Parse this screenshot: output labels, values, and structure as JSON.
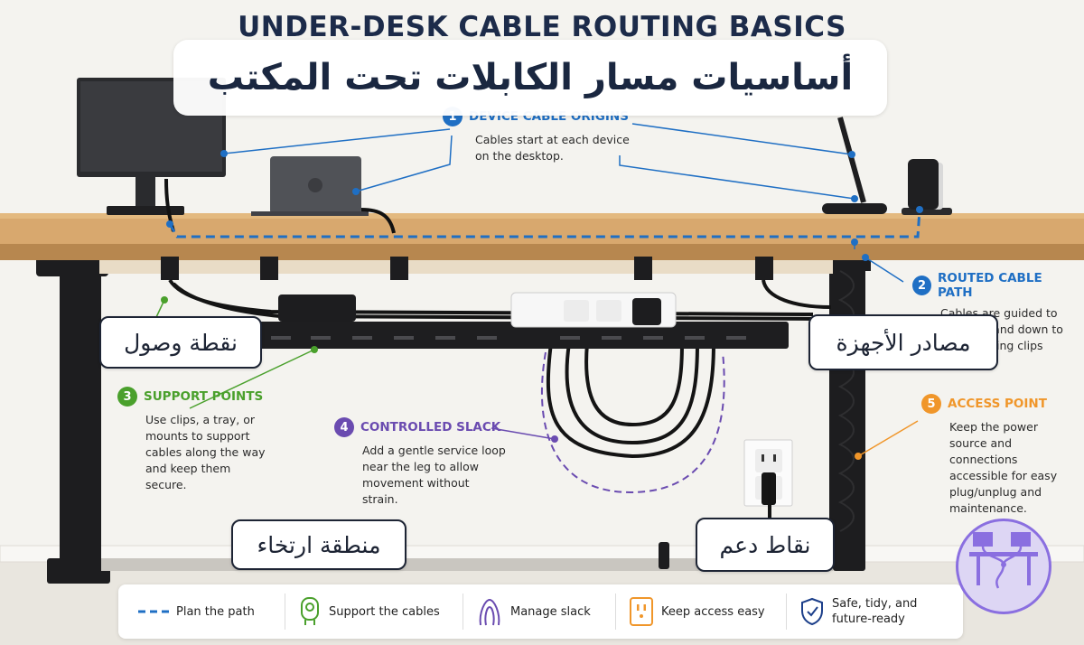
{
  "title": {
    "english": "UNDER-DESK CABLE ROUTING BASICS",
    "arabic": "أساسيات مسار الكابلات تحت المكتب"
  },
  "callouts": {
    "step1": {
      "number": "1",
      "heading": "DEVICE CABLE ORIGINS",
      "text": "Cables start at each device on the desktop.",
      "color": "#1f6fc4"
    },
    "step2": {
      "number": "2",
      "heading": "ROUTED CABLE PATH",
      "text": "Cables are guided to the back and down to the leg using clips",
      "color": "#1f6fc4"
    },
    "step3": {
      "number": "3",
      "heading": "SUPPORT POINTS",
      "text": "Use clips, a tray, or mounts to support cables along the way and keep them secure.",
      "color": "#4aa02c"
    },
    "step4": {
      "number": "4",
      "heading": "CONTROLLED SLACK",
      "text": "Add a gentle service loop near the leg to allow movement without strain.",
      "color": "#6a4bb0"
    },
    "step5": {
      "number": "5",
      "heading": "ACCESS POINT",
      "text": "Keep the power source and connections accessible for easy plug/unplug and maintenance.",
      "color": "#f0962a"
    }
  },
  "arabic_labels": {
    "access_point": "نقطة وصول",
    "device_sources": "مصادر الأجهزة",
    "slack_zone": "منطقة ارتخاء",
    "support_points": "نقاط دعم"
  },
  "legend": [
    {
      "icon": "dashed-line-icon",
      "label": "Plan the path"
    },
    {
      "icon": "cable-clip-icon",
      "label": "Support the cables"
    },
    {
      "icon": "cable-loop-icon",
      "label": "Manage slack"
    },
    {
      "icon": "outlet-icon",
      "label": "Keep access easy"
    },
    {
      "icon": "shield-check-icon",
      "label": "Safe, tidy, and future-ready"
    }
  ],
  "colors": {
    "path_blue": "#1f6fc4",
    "support_green": "#4aa02c",
    "slack_purple": "#6a4bb0",
    "access_orange": "#f0962a",
    "desk_wood": "#d8a86e",
    "frame_black": "#1d1d1f"
  }
}
